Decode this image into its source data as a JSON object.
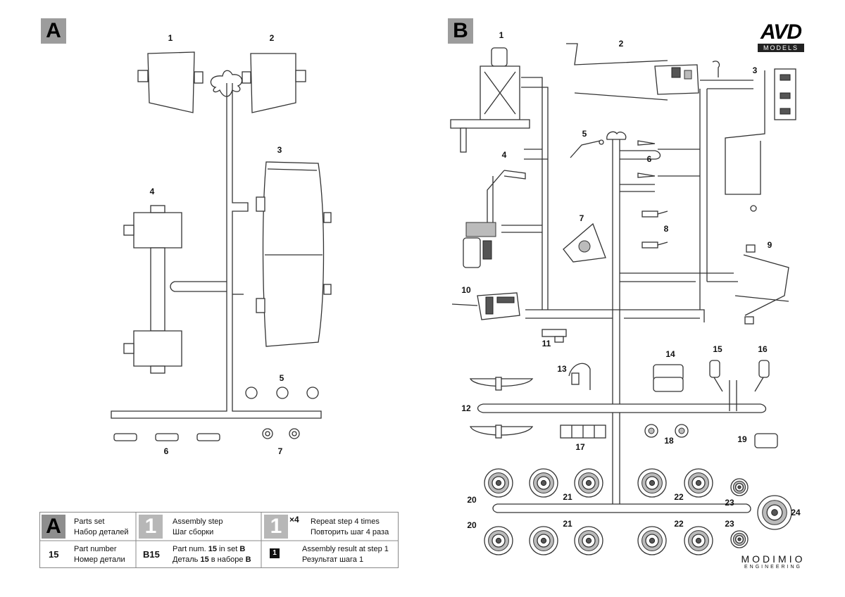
{
  "panels": {
    "a": {
      "letter": "A"
    },
    "b": {
      "letter": "B"
    }
  },
  "logo": {
    "brand": "AVD",
    "sub": "MODELS"
  },
  "footer_brand": {
    "name": "MODIMIO",
    "sub": "ENGINEERING"
  },
  "part_labels": {
    "a": [
      "1",
      "2",
      "3",
      "4",
      "5",
      "6",
      "7"
    ],
    "b": [
      "1",
      "2",
      "3",
      "4",
      "5",
      "6",
      "7",
      "8",
      "9",
      "10",
      "11",
      "12",
      "13",
      "14",
      "15",
      "16",
      "17",
      "18",
      "19",
      "20",
      "21",
      "22",
      "23",
      "20",
      "21",
      "22",
      "23",
      "24"
    ]
  },
  "legend": {
    "parts_set": {
      "box": "A",
      "en": "Parts set",
      "ru": "Набор деталей"
    },
    "assembly_step": {
      "box": "1",
      "en": "Assembly step",
      "ru": "Шаг сборки"
    },
    "repeat_step": {
      "box": "1",
      "mult": "×4",
      "en": "Repeat step 4 times",
      "ru": "Повторить шаг 4 раза"
    },
    "part_number": {
      "code": "15",
      "en": "Part number",
      "ru": "Номер детали"
    },
    "part_in_set": {
      "code": "B15",
      "en_pre": "Part num. ",
      "en_num": "15",
      "en_mid": " in set ",
      "en_set": "B",
      "ru_pre": "Деталь ",
      "ru_num": "15",
      "ru_mid": " в наборе ",
      "ru_set": "B"
    },
    "assembly_result": {
      "box": "1",
      "en": "Assembly result at step 1",
      "ru": "Результат шага 1"
    }
  }
}
